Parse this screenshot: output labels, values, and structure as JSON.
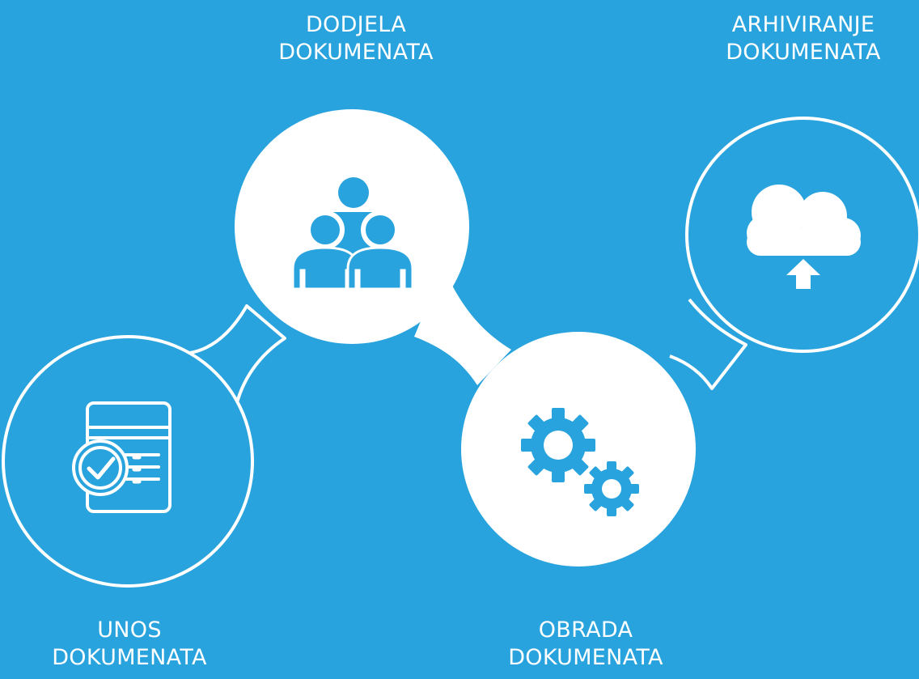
{
  "colors": {
    "background": "#29a3dd",
    "foreground": "#ffffff"
  },
  "steps": [
    {
      "id": "unos",
      "line1": "UNOS",
      "line2": "DOKUMENATA",
      "icon": "document-checklist-icon",
      "style": "outline"
    },
    {
      "id": "dodjela",
      "line1": "DODJELA",
      "line2": "DOKUMENATA",
      "icon": "team-people-icon",
      "style": "filled"
    },
    {
      "id": "obrada",
      "line1": "OBRADA",
      "line2": "DOKUMENATA",
      "icon": "gears-icon",
      "style": "filled"
    },
    {
      "id": "arhiviranje",
      "line1": "ARHIVIRANJE",
      "line2": "DOKUMENATA",
      "icon": "cloud-upload-icon",
      "style": "outline"
    }
  ]
}
